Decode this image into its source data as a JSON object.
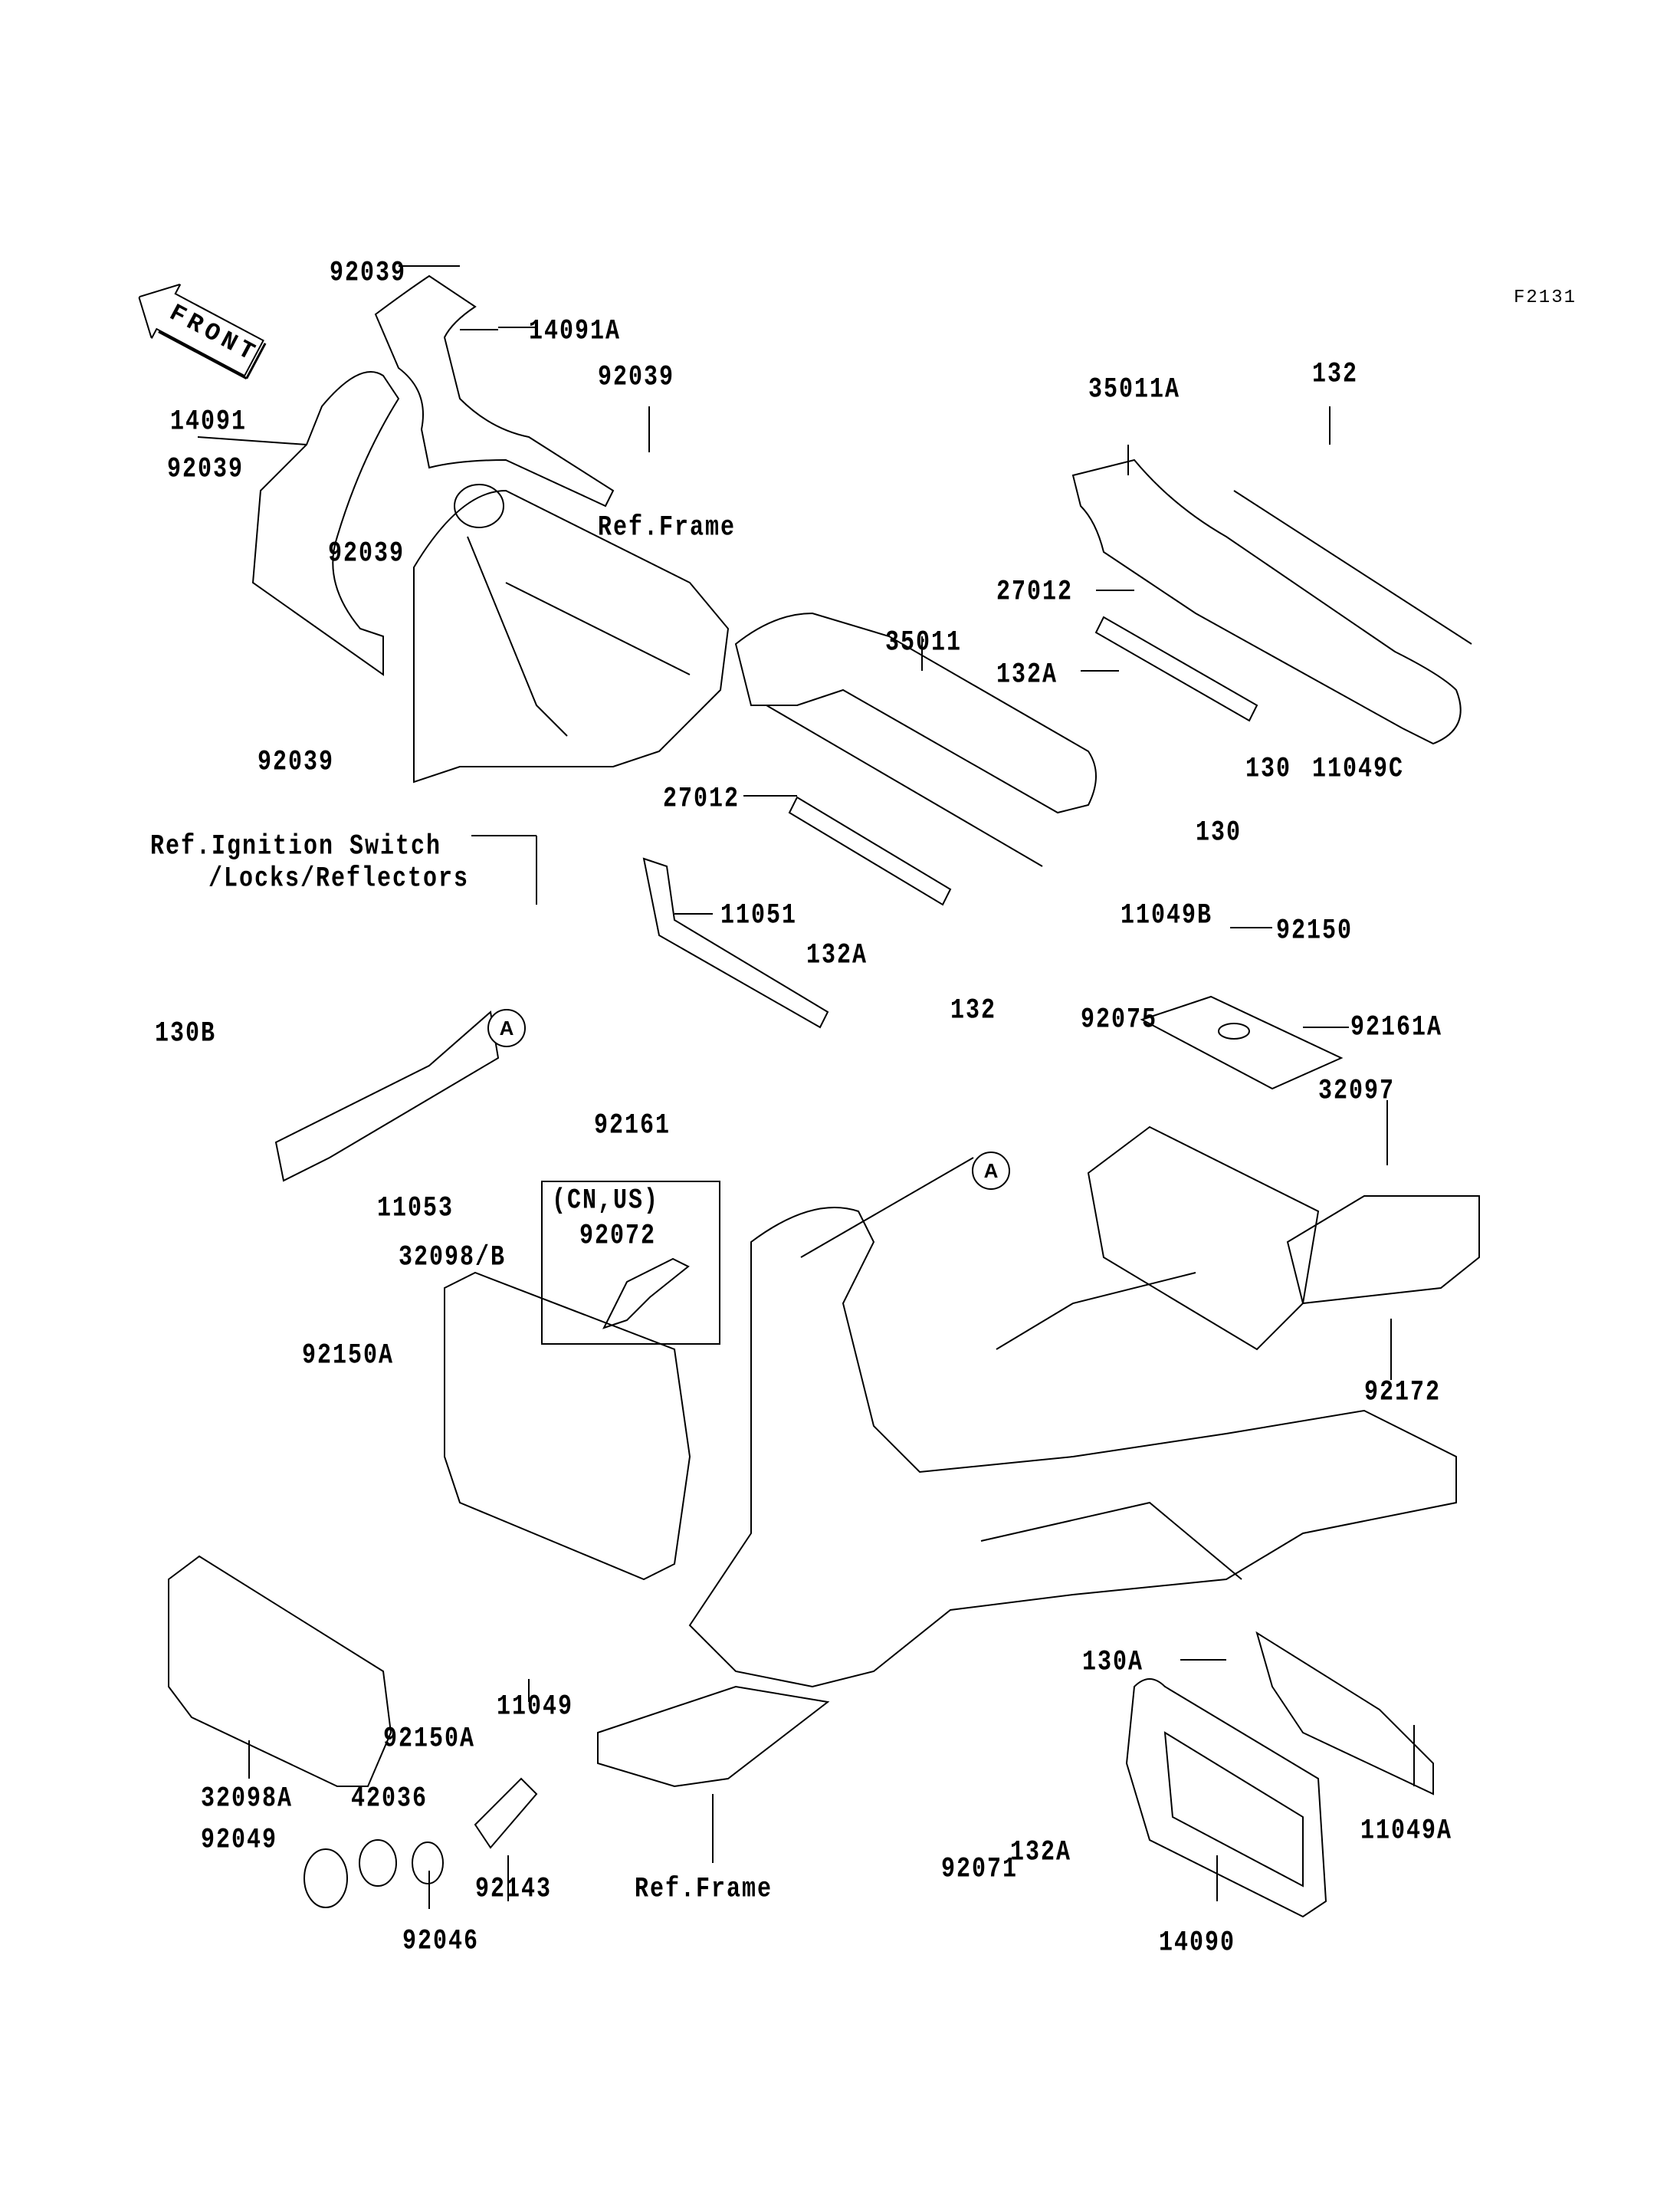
{
  "figure_id": "F2131",
  "front_marker": "FRONT",
  "callout_letter": "A",
  "regional_box": {
    "title": "(CN,US)",
    "part": "92072"
  },
  "references": {
    "frame_top": "Ref.Frame",
    "frame_bottom": "Ref.Frame",
    "ignition_line1": "Ref.Ignition Switch",
    "ignition_line2": "/Locks/Reflectors"
  },
  "parts": {
    "p92039_a": "92039",
    "p14091A": "14091A",
    "p92039_b": "92039",
    "p14091": "14091",
    "p92039_c": "92039",
    "p92039_d": "92039",
    "p92039_e": "92039",
    "p35011A": "35011A",
    "p132_a": "132",
    "p27012_a": "27012",
    "p132A_a": "132A",
    "p35011": "35011",
    "p130_a": "130",
    "p11049C": "11049C",
    "p27012_b": "27012",
    "p130_b": "130",
    "p11051": "11051",
    "p11049B": "11049B",
    "p132A_b": "132A",
    "p132_b": "132",
    "p92150": "92150",
    "p92161A": "92161A",
    "p92075": "92075",
    "p130B": "130B",
    "p92161": "92161",
    "p32097": "32097",
    "p11053": "11053",
    "p32098B": "32098/B",
    "p92150A_a": "92150A",
    "p92172": "92172",
    "p130A": "130A",
    "p11049": "11049",
    "p92150A_b": "92150A",
    "p32098A": "32098A",
    "p42036": "42036",
    "p92049": "92049",
    "p92143": "92143",
    "p92046": "92046",
    "p132A_c": "132A",
    "p92071": "92071",
    "p11049A": "11049A",
    "p14090": "14090"
  }
}
